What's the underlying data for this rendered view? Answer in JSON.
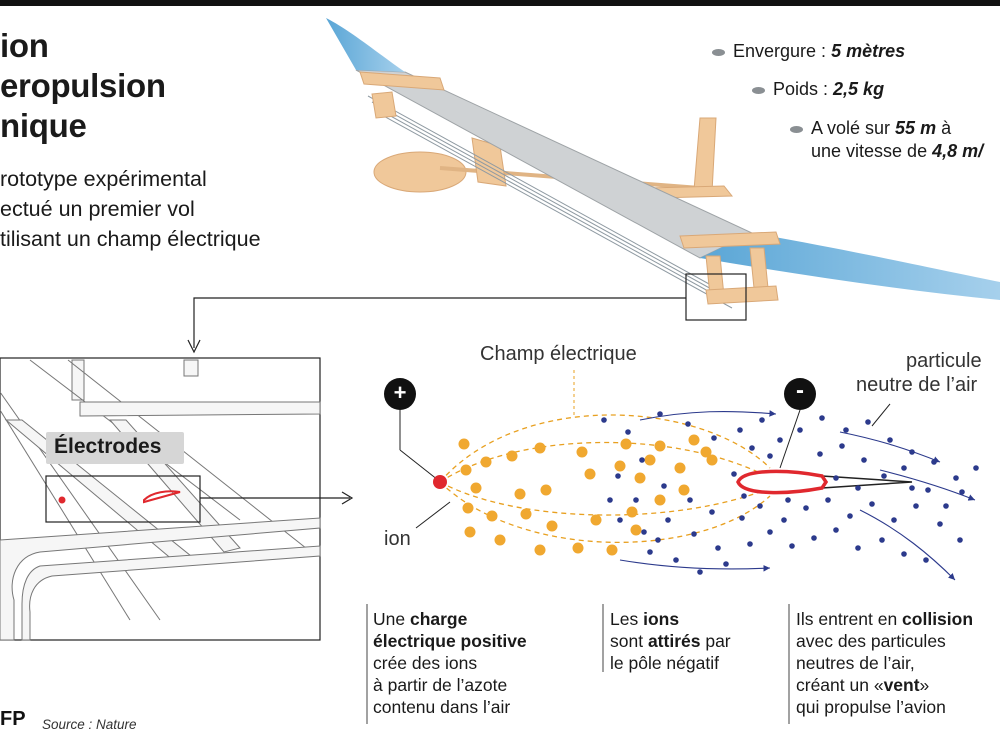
{
  "title": {
    "line1": "ion",
    "line2": "eropulsion",
    "line3": "nique"
  },
  "subtitle": {
    "line1": "rototype expérimental",
    "line2": "ectué un premier vol",
    "line3": "tilisant un champ électrique"
  },
  "specs": {
    "envergure_label": "Envergure : ",
    "envergure_value": "5 mètres",
    "poids_label": "Poids : ",
    "poids_value": "2,5 kg",
    "vol_label": "A volé sur ",
    "vol_value": "55 m",
    "vol_suffix": " à",
    "vitesse_label": "une vitesse de ",
    "vitesse_value": "4,8 m/"
  },
  "detail": {
    "electrodes_label": "Électrodes"
  },
  "diagram": {
    "champ_label": "Champ électrique",
    "particule_line1": "particule",
    "particule_line2": "neutre de l’air",
    "ion_label": "ion",
    "plus_symbol": "+",
    "minus_symbol": "-"
  },
  "descriptions": {
    "col1": {
      "l1a": "Une ",
      "l1b": "charge",
      "l2": "électrique positive",
      "l3": "crée des ions",
      "l4": "à partir de l’azote",
      "l5": "contenu dans l’air"
    },
    "col2": {
      "l1a": "Les ",
      "l1b": "ions",
      "l2a": "sont ",
      "l2b": "attirés",
      "l2c": " par",
      "l3": "le pôle négatif"
    },
    "col3": {
      "l1a": "Ils entrent en ",
      "l1b": "collision",
      "l2": "avec des particules",
      "l3": "neutres de l’air,",
      "l4a": "créant un «",
      "l4b": "vent",
      "l4c": "»",
      "l5": "qui propulse l’avion"
    }
  },
  "footer": {
    "agency": "FP",
    "source": "Source : Nature"
  },
  "colors": {
    "wing_blue": "#5aa6d6",
    "wood": "#f0c89a",
    "ion_orange": "#f0a830",
    "particle_navy": "#2c3a8c",
    "electrode_red": "#e0282e"
  }
}
